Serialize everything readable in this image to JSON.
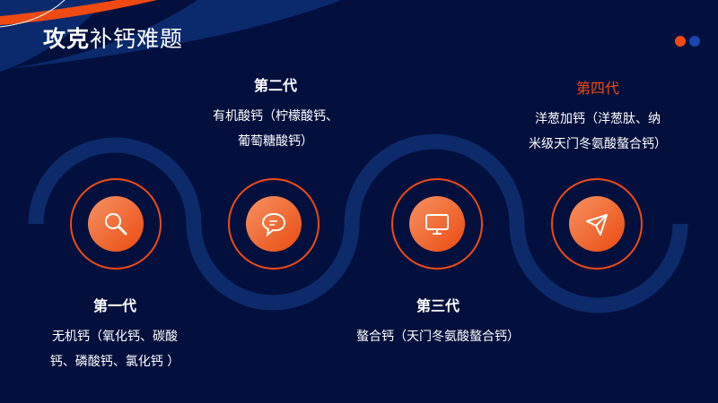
{
  "title": {
    "bold": "攻克",
    "rest": "补钙难题"
  },
  "colors": {
    "background": "#03103d",
    "accent": "#f04a12",
    "wave": "#0d2a6b",
    "dot_blue": "#1a46b0"
  },
  "generations": [
    {
      "label": "第一代",
      "desc": "无机钙（氧化钙、碳酸钙、磷酸钙、氯化钙 ）",
      "line1": "无机钙（氧化钙、碳酸",
      "line2": "钙、磷酸钙、氯化钙 ）",
      "icon": "search-icon"
    },
    {
      "label": "第二代",
      "desc": "有机酸钙（柠檬酸钙、葡萄糖酸钙）",
      "line1": "有机酸钙（柠檬酸钙、",
      "line2": "葡萄糖酸钙）",
      "icon": "chat-bubble-icon"
    },
    {
      "label": "第三代",
      "line1": "螯合钙（天门冬氨酸螯合钙）",
      "icon": "monitor-icon"
    },
    {
      "label": "第四代",
      "line1": "洋葱加钙（洋葱肽、纳",
      "line2": "米级天门冬氨酸螯合钙）",
      "icon": "paper-plane-icon"
    }
  ]
}
